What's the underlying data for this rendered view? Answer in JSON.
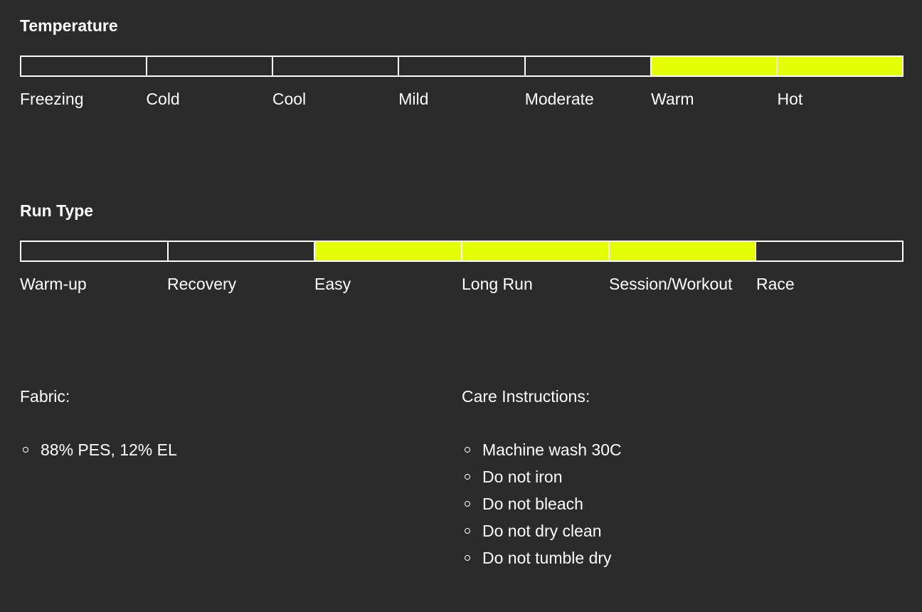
{
  "temperature": {
    "title": "Temperature",
    "levels": [
      {
        "label": "Freezing",
        "active": false
      },
      {
        "label": "Cold",
        "active": false
      },
      {
        "label": "Cool",
        "active": false
      },
      {
        "label": "Mild",
        "active": false
      },
      {
        "label": "Moderate",
        "active": false
      },
      {
        "label": "Warm",
        "active": true
      },
      {
        "label": "Hot",
        "active": true
      }
    ]
  },
  "run_type": {
    "title": "Run Type",
    "levels": [
      {
        "label": "Warm-up",
        "active": false
      },
      {
        "label": "Recovery",
        "active": false
      },
      {
        "label": "Easy",
        "active": true
      },
      {
        "label": "Long Run",
        "active": true
      },
      {
        "label": "Session/Workout",
        "active": true
      },
      {
        "label": "Race",
        "active": false
      }
    ]
  },
  "fabric": {
    "heading": "Fabric:",
    "items": [
      "88% PES, 12% EL"
    ]
  },
  "care": {
    "heading": "Care Instructions:",
    "items": [
      "Machine wash 30C",
      "Do not iron",
      "Do not bleach",
      "Do not dry clean",
      "Do not tumble dry"
    ]
  },
  "colors": {
    "background": "#2c2b2c",
    "accent": "#e4fe05",
    "text": "#ffffff"
  }
}
